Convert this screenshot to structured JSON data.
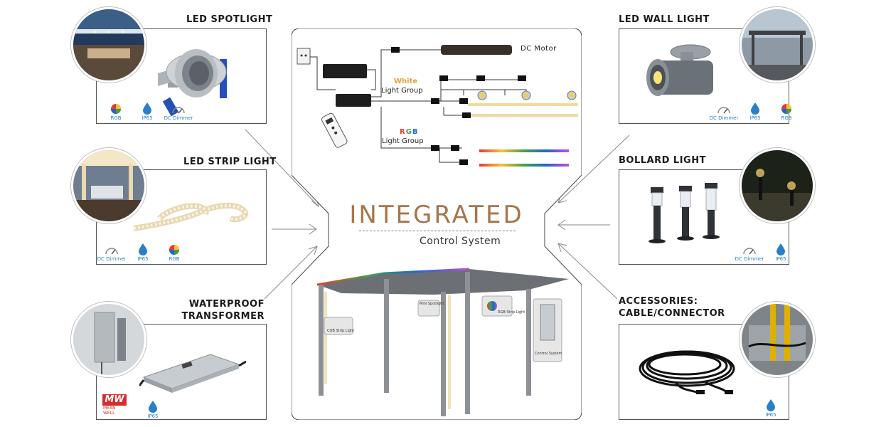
{
  "products": {
    "spotlight": {
      "title": "LED SPOTLIGHT",
      "icons": [
        "RGB",
        "IP65",
        "DC Dimmer"
      ]
    },
    "strip": {
      "title": "LED STRIP LIGHT",
      "icons": [
        "DC Dimmer",
        "IP65",
        "RGB"
      ]
    },
    "transformer": {
      "title_line1": "WATERPROOF",
      "title_line2": "TRANSFORMER",
      "brand_top": "MW",
      "brand_bottom": "MEAN WELL",
      "icons": [
        "IP65"
      ]
    },
    "wall_light": {
      "title": "LED WALL LIGHT",
      "icons": [
        "DC Dimmer",
        "IP65",
        "RGB"
      ]
    },
    "bollard": {
      "title": "BOLLARD LIGHT",
      "icons": [
        "DC Dimmer",
        "IP65"
      ]
    },
    "accessories": {
      "title_line1": "ACCESSORIES:",
      "title_line2": "CABLE/CONNECTOR",
      "icons": [
        "IP65"
      ]
    }
  },
  "center": {
    "title": "INTEGRATED",
    "subtitle": "Control System",
    "labels": {
      "dc_motor": "DC Motor",
      "white": "White",
      "white_group": "Light Group",
      "rgb_r": "R",
      "rgb_g": "G",
      "rgb_b": "B",
      "rgb_group": "Light Group"
    },
    "pergola_tags": [
      "COB Strip Light",
      "Mini Spotlight",
      "RGB Strip Light",
      "Control System"
    ]
  },
  "colors": {
    "accent": "#a8754a",
    "icon_blue": "#2b7fc9",
    "white_label": "#d9a441",
    "rgb_red": "#e53935",
    "rgb_green": "#43a047",
    "rgb_blue": "#1e66d6"
  }
}
